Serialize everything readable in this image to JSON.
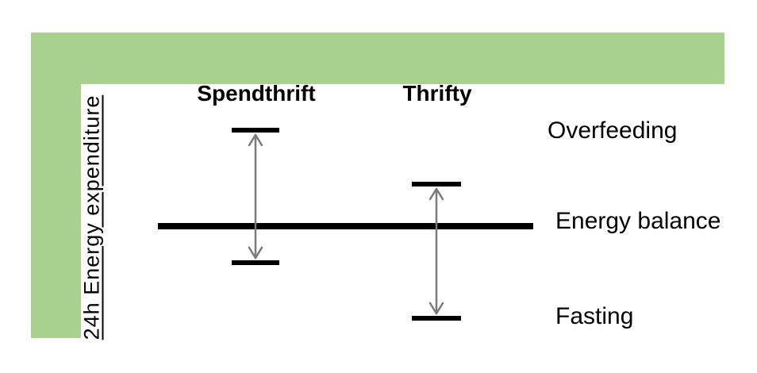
{
  "figure": {
    "axis_label": "24h Energy expenditure",
    "column_headers": [
      {
        "label": "Spendthrift"
      },
      {
        "label": "Thrifty"
      }
    ],
    "level_labels": [
      {
        "label": "Overfeeding"
      },
      {
        "label": "Energy balance"
      },
      {
        "label": "Fasting"
      }
    ],
    "marks": {
      "baseline": "Energy balance line spans both columns",
      "spendthrift": "double-headed arrow from a bar far above the energy balance line (overfeeding response) to a bar slightly below it (fasting response)",
      "thrifty": "double-headed arrow from a bar slightly above the energy balance line (overfeeding response) to a bar far below it (fasting response)"
    },
    "colors": {
      "frame_green": "#a9d18e",
      "ink_black": "#000000",
      "arrow_gray": "#7a7a7a",
      "background_white": "#ffffff"
    }
  }
}
